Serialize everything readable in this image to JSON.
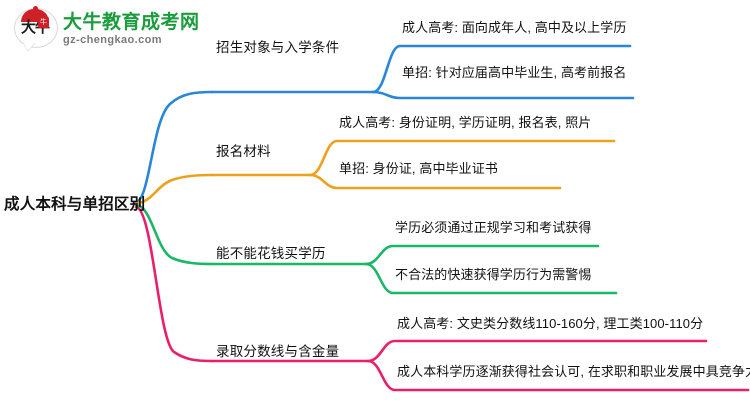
{
  "logo": {
    "mark_text": "大牛",
    "badge_text": "牛",
    "title": "大牛教育成考网",
    "subtitle": "gz-chengkao.com",
    "title_color": "#1a9c3c",
    "accent_color": "#cf2027"
  },
  "mindmap": {
    "root": {
      "label": "成人本科与单招区别"
    },
    "branches": [
      {
        "label": "招生对象与入学条件",
        "color": "#2a86d8",
        "children": [
          {
            "label": "成人高考: 面向成年人, 高中及以上学历"
          },
          {
            "label": "单招: 针对应届高中毕业生, 高考前报名"
          }
        ]
      },
      {
        "label": "报名材料",
        "color": "#eda01c",
        "children": [
          {
            "label": "成人高考: 身份证明, 学历证明, 报名表, 照片"
          },
          {
            "label": "单招: 身份证, 高中毕业证书"
          }
        ]
      },
      {
        "label": "能不能花钱买学历",
        "color": "#18b866",
        "children": [
          {
            "label": "学历必须通过正规学习和考试获得"
          },
          {
            "label": "不合法的快速获得学历行为需警惕"
          }
        ]
      },
      {
        "label": "录取分数线与含金量",
        "color": "#ea1f69",
        "children": [
          {
            "label": "成人高考: 文史类分数线110-160分, 理工类100-110分"
          },
          {
            "label": "成人本科学历逐渐获得社会认可, 在求职和职业发展中具竞争力"
          }
        ]
      }
    ]
  }
}
